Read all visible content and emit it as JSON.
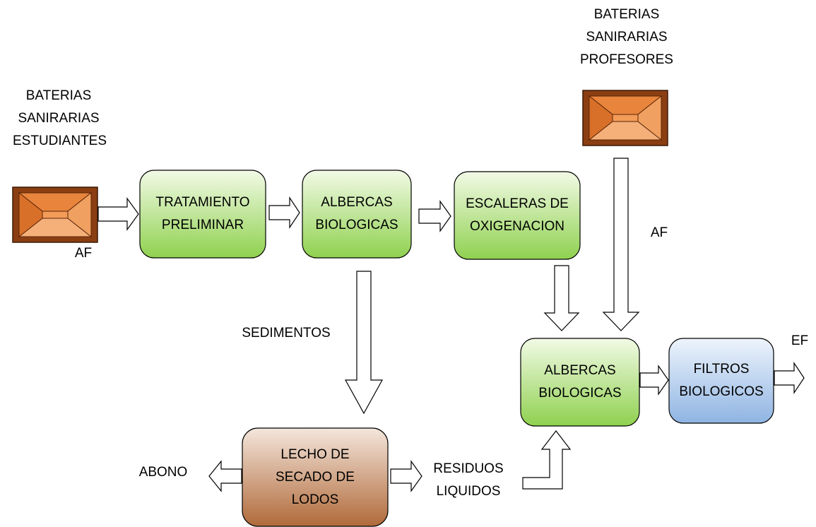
{
  "sources": {
    "students": {
      "label": "BATERIAS\nSANIRARIAS\nESTUDIANTES",
      "flow_label": "AF"
    },
    "professors": {
      "label": "BATERIAS\nSANIRARIAS\nPROFESORES",
      "flow_label": "AF"
    }
  },
  "processes": {
    "preliminary": "TRATAMIENTO\nPRELIMINAR",
    "ponds1": "ALBERCAS\nBIOLOGICAS",
    "oxygen_stairs": "ESCALERAS DE\nOXIGENACION",
    "ponds2": "ALBERCAS\nBIOLOGICAS",
    "filters": "FILTROS\nBIOLOGICOS",
    "sludge_bed": "LECHO DE\nSECADO DE\nLODOS"
  },
  "flows": {
    "sediments": "SEDIMENTOS",
    "fertilizer": "ABONO",
    "liquid_waste": "RESIDUOS\nLIQUIDOS",
    "effluent": "EF"
  },
  "colors": {
    "green_top": "#f2fae6",
    "green_bottom": "#8fd14f",
    "blue_top": "#eef4fc",
    "blue_bottom": "#8fb4e3",
    "brown_top": "#f4e6dc",
    "brown_bottom": "#b06a3a",
    "source_frame": "#8a3e12",
    "source_face_light": "#f2a46a",
    "source_face_dark": "#e57a2c"
  }
}
